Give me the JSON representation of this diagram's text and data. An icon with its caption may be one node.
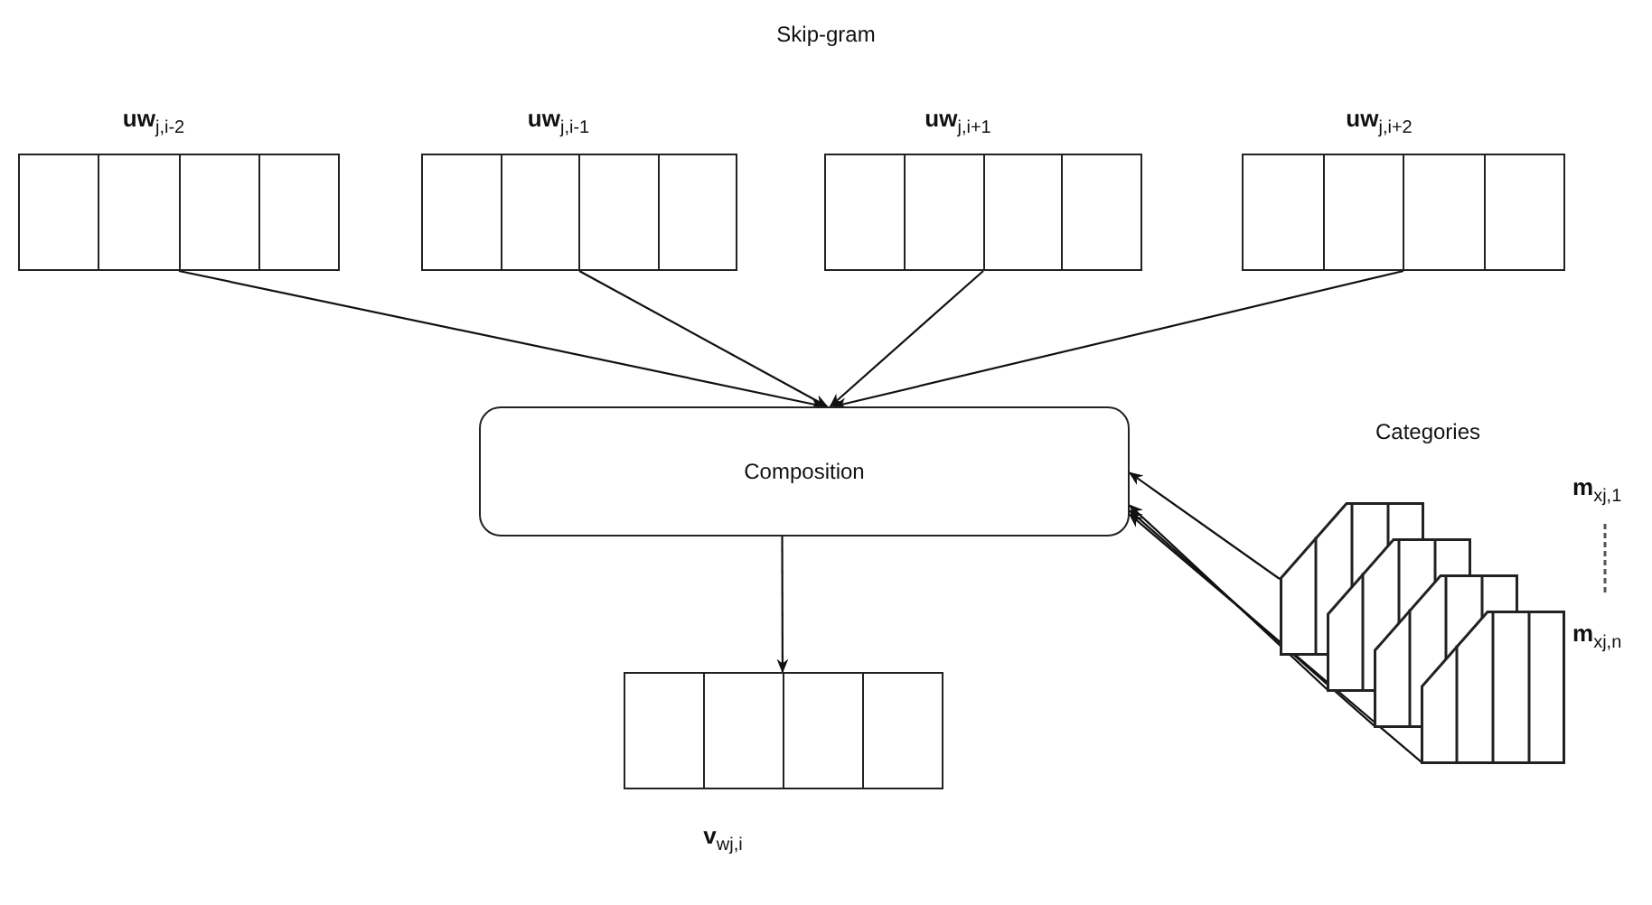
{
  "diagram": {
    "nodes": [
      {
        "text": [],
        "shape": "bar",
        "beside": [
          "**uw**$_{j,i-2}$"
        ]
      },
      {
        "text": [],
        "shape": "bar",
        "beside": [
          "**uw**$_{j,i-1}$"
        ]
      },
      {
        "text": [],
        "shape": "bar",
        "beside": [
          "**uw**$_{j,i+1}$"
        ]
      },
      {
        "text": [],
        "shape": "bar",
        "beside": [
          "**uw**$_{j,i+2}$"
        ]
      },
      {
        "text": [
          "Composition"
        ]
      },
      {
        "text": [],
        "shape": "bar",
        "beside": [
          "**v**$_{w}$$_{j,i}$"
        ]
      },
      {
        "text": [],
        "shape": "box"
      },
      {
        "text": [],
        "shape": "box"
      },
      {
        "text": [],
        "shape": "box"
      },
      {
        "text": [],
        "shape": "box"
      }
    ],
    "edges": [
      {
        "from": 0,
        "to": 4,
        "arrow": "to"
      },
      {
        "from": 1,
        "to": 4,
        "arrow": "to"
      },
      {
        "from": 2,
        "to": 4,
        "arrow": "to"
      },
      {
        "from": 3,
        "to": 4,
        "arrow": "to"
      },
      {
        "from": 4,
        "to": 5,
        "arrow": "to"
      },
      {
        "from": 6,
        "to": 4,
        "arrow": "to"
      },
      {
        "from": 7,
        "to": 4,
        "arrow": "to"
      },
      {
        "from": 8,
        "to": 4,
        "arrow": "to"
      },
      {
        "from": 9,
        "to": 4,
        "arrow": "to"
      }
    ],
    "labels": [
      "Skip-gram",
      "Categories",
      "**m**$_{x}$$_{j,1}$",
      "**m**$_{x}$$_{j,n}$"
    ]
  }
}
